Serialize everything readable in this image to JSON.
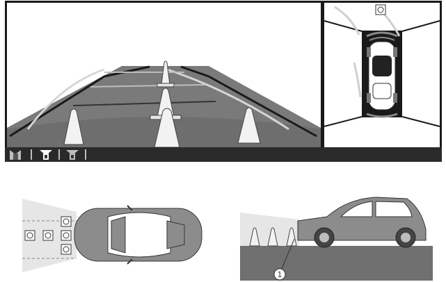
{
  "camera_view": {
    "front_label": "front-camera-view",
    "top_label": "top-view",
    "mode_icons": [
      "front-view-mode-icon",
      "wide-view-mode-icon",
      "top-view-mode-icon"
    ]
  },
  "diagrams": {
    "callout_number": "1"
  },
  "colors": {
    "road": "#7a7a7a",
    "sky": "#ffffff",
    "frame": "#1a1a1a",
    "cone": "#f2f2f2",
    "guide_line": "#cfcfcf",
    "distance_line": "#333333",
    "car_body": "#8c8c8c",
    "ground": "#707070"
  }
}
